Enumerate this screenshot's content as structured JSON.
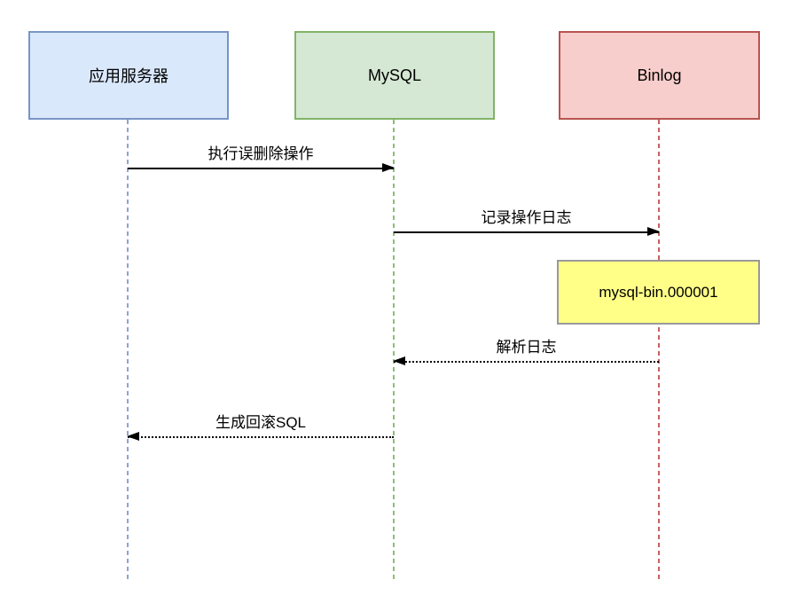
{
  "diagram": {
    "type": "sequence-diagram",
    "actors": [
      {
        "label": "应用服务器",
        "fill": "#dae8fc",
        "stroke": "#7896c6",
        "lifeline_color": "#8aa5d4"
      },
      {
        "label": "MySQL",
        "fill": "#d5e8d4",
        "stroke": "#82b366",
        "lifeline_color": "#8fbd74"
      },
      {
        "label": "Binlog",
        "fill": "#f8cecc",
        "stroke": "#b85450",
        "lifeline_color": "#c4625d"
      }
    ],
    "messages": [
      {
        "label": "执行误删除操作",
        "from": "应用服务器",
        "to": "MySQL",
        "line": "solid",
        "direction": "right"
      },
      {
        "label": "记录操作日志",
        "from": "MySQL",
        "to": "Binlog",
        "line": "solid",
        "direction": "right"
      },
      {
        "label": "解析日志",
        "from": "Binlog",
        "to": "MySQL",
        "line": "dotted",
        "direction": "left"
      },
      {
        "label": "生成回滚SQL",
        "from": "MySQL",
        "to": "应用服务器",
        "line": "dotted",
        "direction": "left"
      }
    ],
    "note": {
      "label": "mysql-bin.000001",
      "fill": "#ffff88",
      "stroke": "#999999"
    },
    "arrow_color": "#000000",
    "background_color": "#ffffff"
  }
}
